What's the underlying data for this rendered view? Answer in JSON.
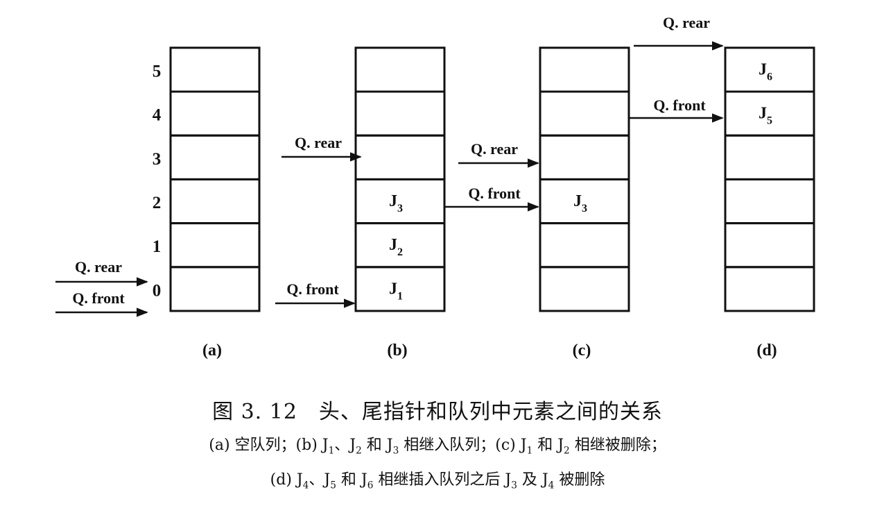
{
  "figure": {
    "index_labels": [
      "0",
      "1",
      "2",
      "3",
      "4",
      "5"
    ],
    "pointer_labels": {
      "rear": "Q. rear",
      "front": "Q. front"
    },
    "panels": [
      {
        "id": "a",
        "label": "(a)",
        "cells": [
          "",
          "",
          "",
          "",
          "",
          ""
        ],
        "rear_index": 0,
        "front_index": 0
      },
      {
        "id": "b",
        "label": "(b)",
        "cells": [
          {
            "base": "J",
            "sub": "1"
          },
          {
            "base": "J",
            "sub": "2"
          },
          {
            "base": "J",
            "sub": "3"
          },
          "",
          "",
          ""
        ],
        "rear_index": 3,
        "front_index": 0
      },
      {
        "id": "c",
        "label": "(c)",
        "cells": [
          "",
          "",
          {
            "base": "J",
            "sub": "3"
          },
          "",
          "",
          ""
        ],
        "rear_index": 3,
        "front_index": 2
      },
      {
        "id": "d",
        "label": "(d)",
        "cells": [
          "",
          "",
          "",
          "",
          {
            "base": "J",
            "sub": "5"
          },
          {
            "base": "J",
            "sub": "6"
          }
        ],
        "rear_index": 6,
        "front_index": 4
      }
    ]
  },
  "caption": {
    "title": "图 3. 12　头、尾指针和队列中元素之间的关系",
    "line1": [
      {
        "t": "(a) 空队列；(b) J"
      },
      {
        "sub": "1"
      },
      {
        "t": "、J"
      },
      {
        "sub": "2"
      },
      {
        "t": " 和 J"
      },
      {
        "sub": "3"
      },
      {
        "t": " 相继入队列；(c) J"
      },
      {
        "sub": "1"
      },
      {
        "t": " 和 J"
      },
      {
        "sub": "2"
      },
      {
        "t": " 相继被删除；"
      }
    ],
    "line2": [
      {
        "t": "(d) J"
      },
      {
        "sub": "4"
      },
      {
        "t": "、J"
      },
      {
        "sub": "5"
      },
      {
        "t": " 和 J"
      },
      {
        "sub": "6"
      },
      {
        "t": " 相继插入队列之后 J"
      },
      {
        "sub": "3"
      },
      {
        "t": " 及 J"
      },
      {
        "sub": "4"
      },
      {
        "t": " 被删除"
      }
    ]
  }
}
